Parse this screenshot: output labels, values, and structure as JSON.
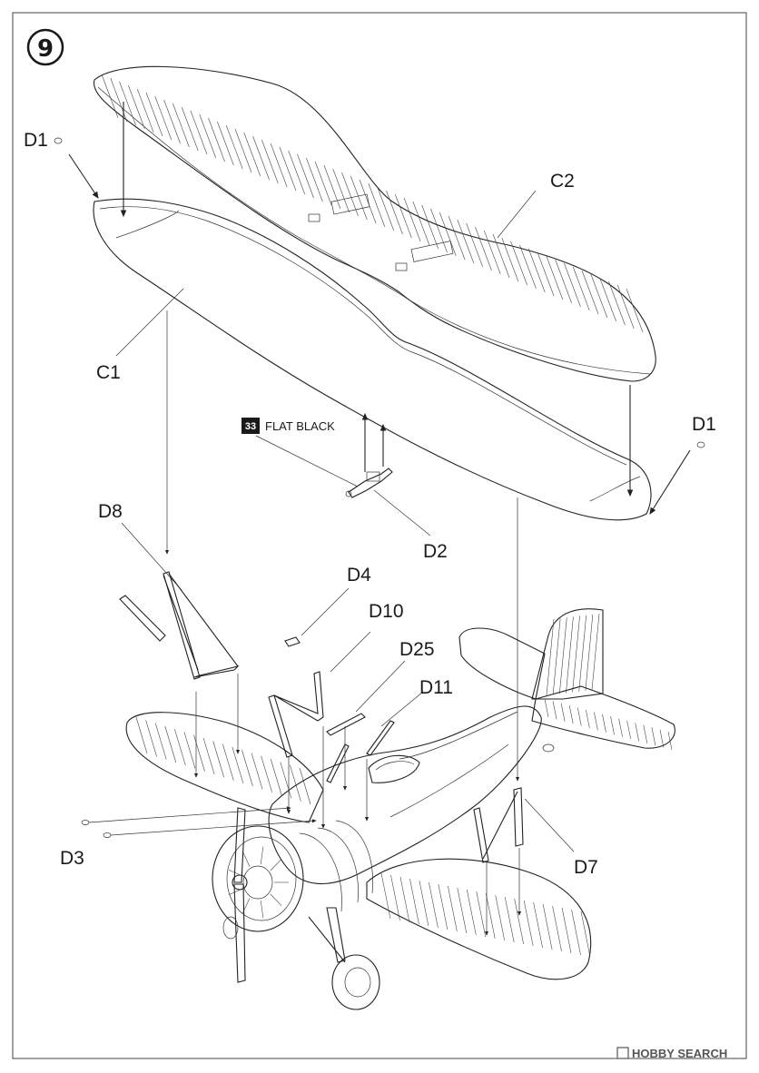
{
  "step": {
    "number": "9"
  },
  "labels": {
    "D1_left": "D1",
    "D1_right": "D1",
    "C1": "C1",
    "C2": "C2",
    "D2": "D2",
    "D3": "D3",
    "D4": "D4",
    "D7": "D7",
    "D8": "D8",
    "D10": "D10",
    "D11": "D11",
    "D25": "D25"
  },
  "paint_note": {
    "number": "33",
    "text": "FLAT BLACK"
  },
  "watermark": {
    "text": "HOBBY SEARCH"
  }
}
